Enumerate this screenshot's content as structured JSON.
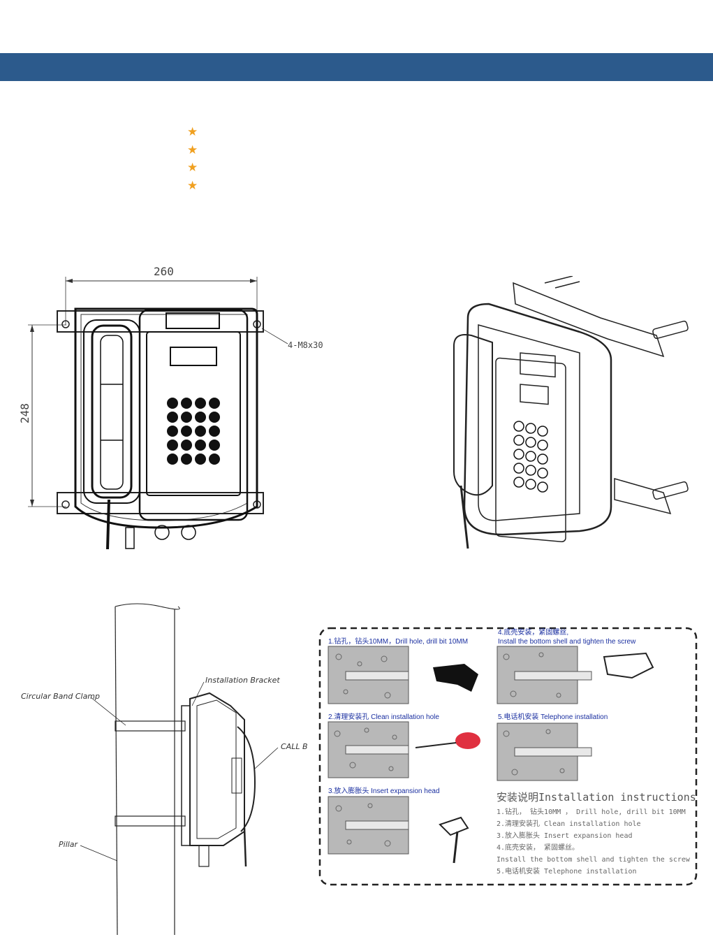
{
  "drawing": {
    "width_dim": "260",
    "height_dim": "248",
    "screw_label": "4-M8x30"
  },
  "mounting": {
    "installation_bracket": "Installation Bracket",
    "circular_band_clamp": "Circular Band Clamp",
    "call_box": "CALL BOX",
    "pillar": "Pillar"
  },
  "steps": [
    {
      "label": "1.钻孔，钻头10MM，Drill hole, drill bit 10MM"
    },
    {
      "label": "2.清理安装孔 Clean installation hole"
    },
    {
      "label": "3.放入膨胀头 Insert expansion head"
    },
    {
      "label": "4.底壳安装，紧固螺丝,",
      "label2": "Install the bottom shell and tighten the screw"
    },
    {
      "label": "5.电话机安装 Telephone installation"
    }
  ],
  "instructions": {
    "title": "安装说明Installation instructions",
    "lines": [
      "1.钻孔， 钻头10MM ， Drill hole, drill bit 10MM",
      "2.清理安装孔   Clean installation hole",
      "3.放入膨胀头  Insert expansion head",
      "4.底壳安装，  紧固螺丝。",
      "Install the bottom shell and tighten the screw",
      "5.电话机安装  Telephone installation"
    ]
  },
  "colors": {
    "banner": "#2c5a8c",
    "star": "#f0a020",
    "step_text": "#1a2fa0"
  }
}
